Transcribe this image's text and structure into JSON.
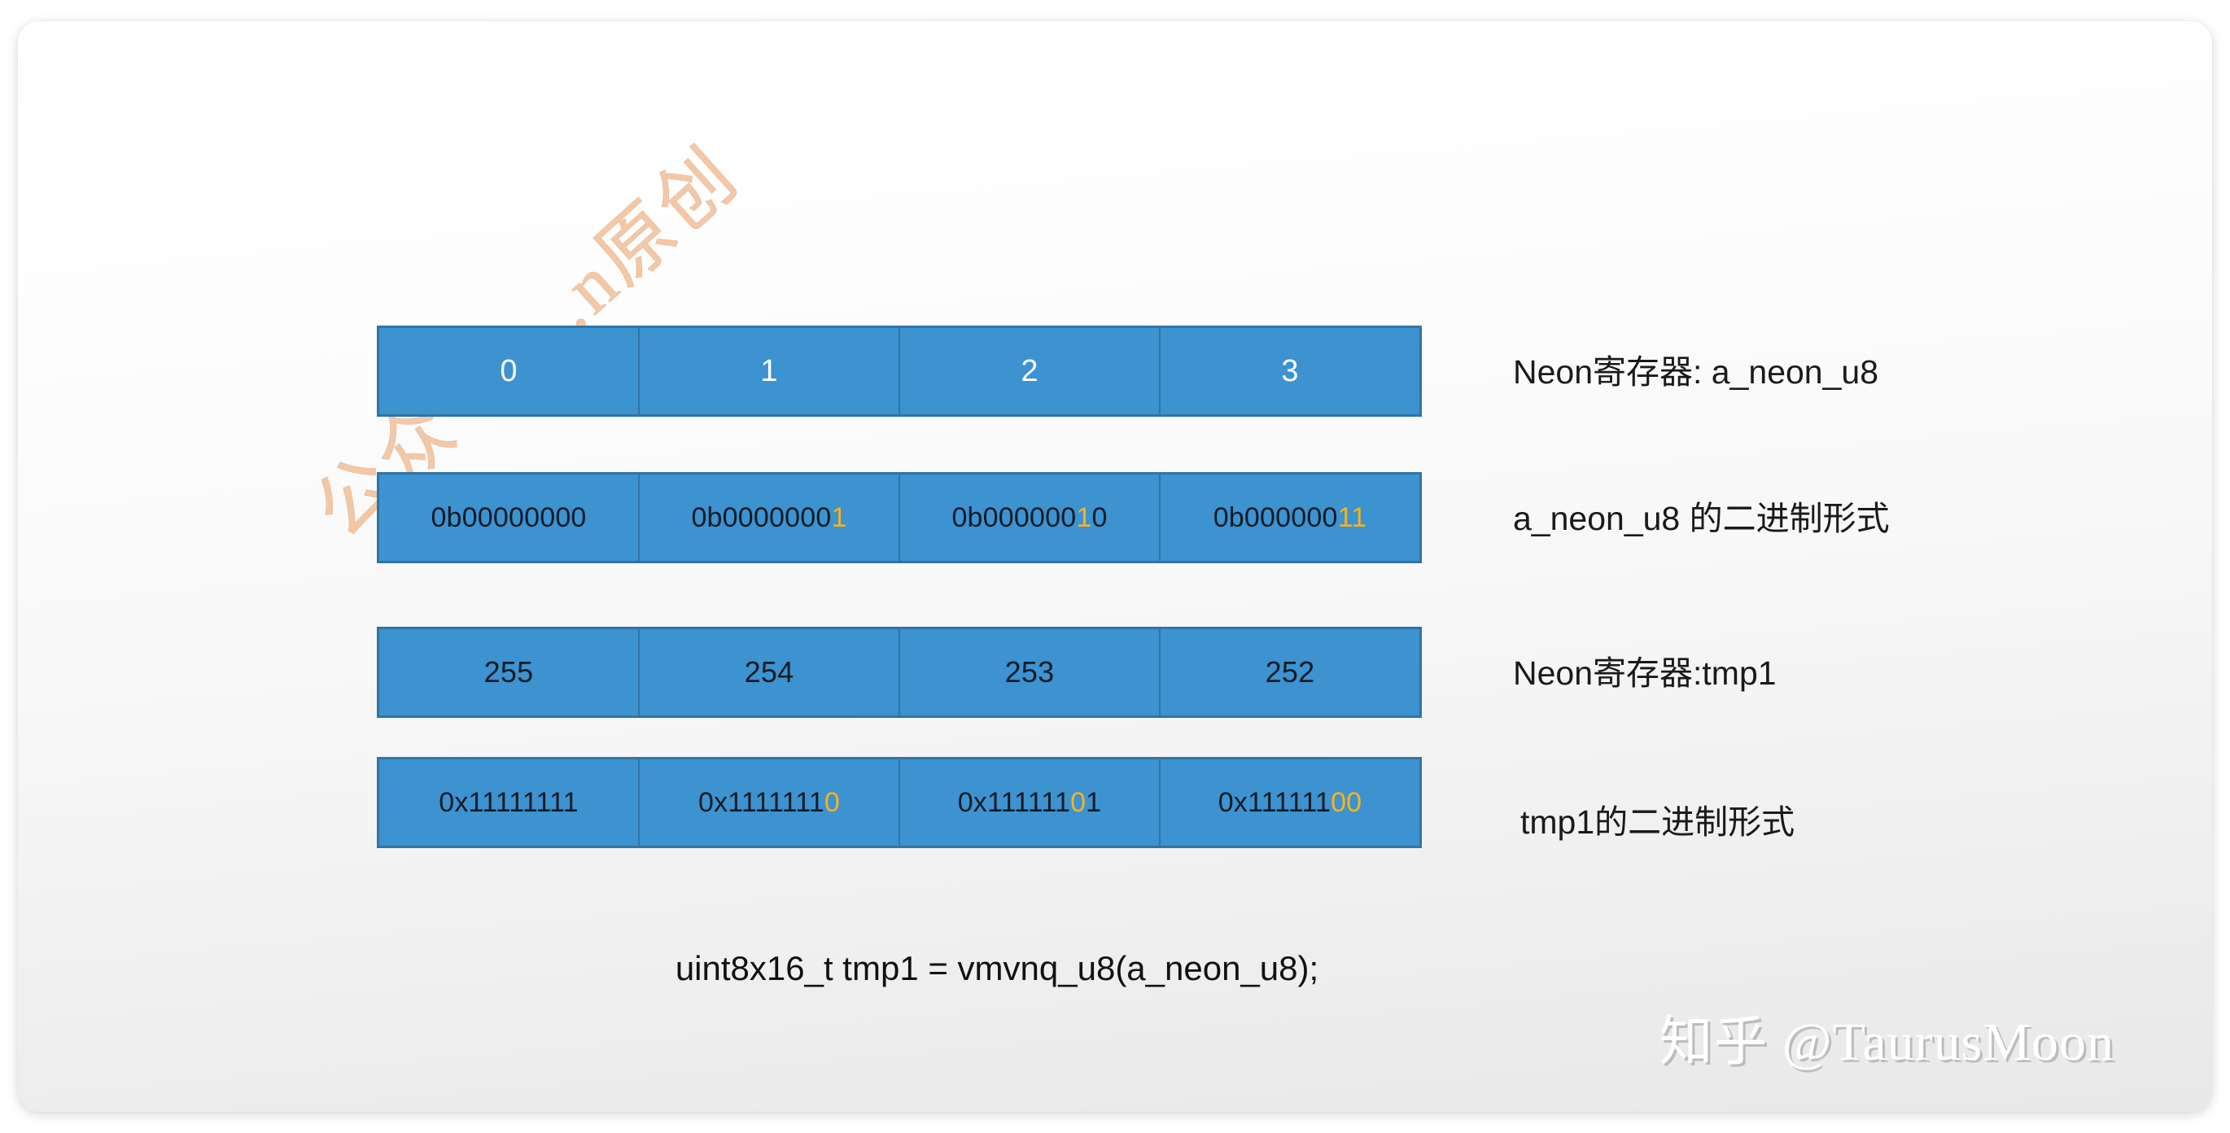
{
  "card": {
    "background_top": "#ffffff",
    "background_bottom": "#e8e8e8"
  },
  "theme": {
    "cell_fill": "#3d92d0",
    "cell_border": "#2e75a6",
    "highlight": "#f5b320",
    "text_dark": "#111b24",
    "text_light": "#ffffff"
  },
  "watermarks": {
    "diagonal": "公众号:...n原创",
    "diagonal_color": "#f0bd96",
    "corner": "知乎 @TaurusMoon",
    "corner_color": "#ffffff"
  },
  "diagram": {
    "rows": [
      {
        "id": "lane-index",
        "label": "Neon寄存器: a_neon_u8",
        "cells": [
          {
            "plain": "0"
          },
          {
            "plain": "1"
          },
          {
            "plain": "2"
          },
          {
            "plain": "3"
          }
        ]
      },
      {
        "id": "a-neon-u8-binary",
        "label": "a_neon_u8 的二进制形式",
        "cells": [
          {
            "prefix": "0b00000000",
            "highlight": "",
            "suffix": ""
          },
          {
            "prefix": "0b0000000",
            "highlight": "1",
            "suffix": ""
          },
          {
            "prefix": "0b000000",
            "highlight": "1",
            "suffix": "0"
          },
          {
            "prefix": "0b000000",
            "highlight": "11",
            "suffix": ""
          }
        ]
      },
      {
        "id": "tmp1-decimal",
        "label": "Neon寄存器:tmp1",
        "cells": [
          {
            "plain": "255"
          },
          {
            "plain": "254"
          },
          {
            "plain": "253"
          },
          {
            "plain": "252"
          }
        ]
      },
      {
        "id": "tmp1-binary",
        "label": " tmp1的二进制形式",
        "cells": [
          {
            "prefix": "0x11111111",
            "highlight": "",
            "suffix": ""
          },
          {
            "prefix": "0x1111111",
            "highlight": "0",
            "suffix": ""
          },
          {
            "prefix": "0x111111",
            "highlight": "0",
            "suffix": "1"
          },
          {
            "prefix": "0x111111",
            "highlight": "00",
            "suffix": ""
          }
        ]
      }
    ],
    "caption": "uint8x16_t tmp1 = vmvnq_u8(a_neon_u8);"
  }
}
